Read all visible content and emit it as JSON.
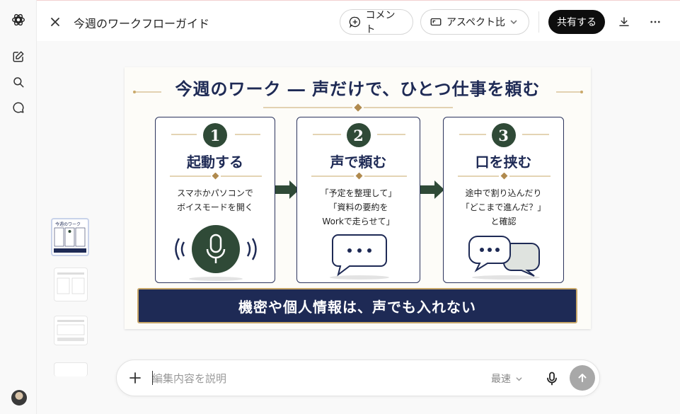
{
  "sidebar": {
    "items": [
      {
        "icon": "openai-logo-icon"
      },
      {
        "icon": "new-chat-icon"
      },
      {
        "icon": "search-icon"
      },
      {
        "icon": "chat-bubble-icon"
      }
    ]
  },
  "header": {
    "title": "今週のワークフローガイド",
    "comment_label": "コメント",
    "aspect_label": "アスペクト比",
    "share_label": "共有する"
  },
  "slide": {
    "title": "今週のワーク ― 声だけで、ひとつ仕事を頼む",
    "cards": [
      {
        "number": "1",
        "heading": "起動する",
        "lines": [
          "スマホかパソコンで",
          "ボイスモードを開く"
        ],
        "icon": "microphone-icon"
      },
      {
        "number": "2",
        "heading": "声で頼む",
        "lines": [
          "「予定を整理して」",
          "「資料の要約を",
          "Workで走らせて」"
        ],
        "icon": "speech-bubble-icon"
      },
      {
        "number": "3",
        "heading": "口を挟む",
        "lines": [
          "途中で割り込んだり",
          "「どこまで進んだ？」",
          "と確認"
        ],
        "icon": "conversation-bubbles-icon"
      }
    ],
    "banner": "機密や個人情報は、声でも入れない"
  },
  "thumbnails": [
    {
      "label": "今週のワーク"
    },
    {
      "label": ""
    },
    {
      "label": ""
    },
    {
      "label": ""
    }
  ],
  "composer": {
    "placeholder": "編集内容を説明",
    "model_label": "最速"
  },
  "colors": {
    "navy": "#1e2a55",
    "green": "#2f4a37",
    "gold": "#c9a86a",
    "share_bg": "#0d0d0d"
  }
}
